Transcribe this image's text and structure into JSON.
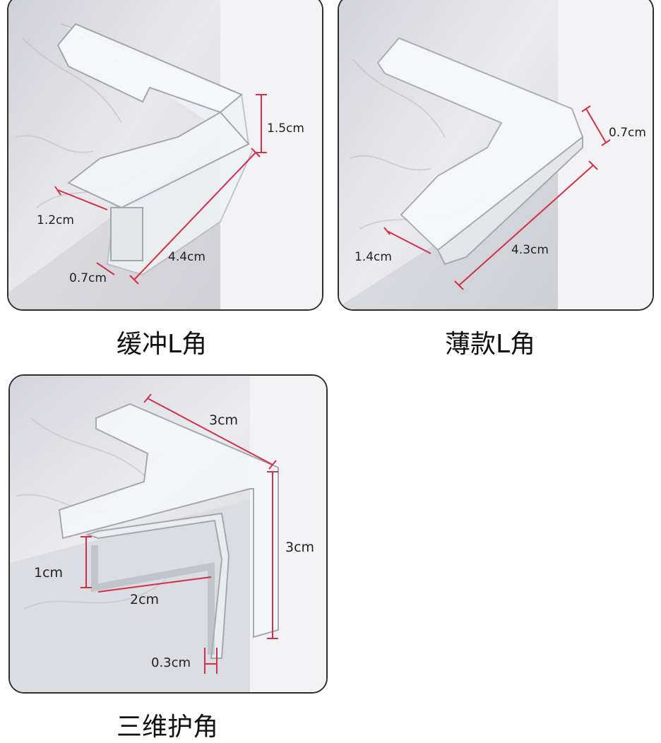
{
  "products": [
    {
      "caption": "缓冲L角",
      "dimensions": {
        "height": "1.5cm",
        "lip": "1.2cm",
        "thickness": "0.7cm",
        "length": "4.4cm"
      }
    },
    {
      "caption": "薄款L角",
      "dimensions": {
        "height": "0.7cm",
        "lip": "1.4cm",
        "length": "4.3cm"
      }
    },
    {
      "caption": "三维护角",
      "dimensions": {
        "top_length": "3cm",
        "side_height": "3cm",
        "leg_height": "1cm",
        "leg_width": "2cm",
        "thickness": "0.3cm"
      }
    }
  ],
  "colors": {
    "dimension_line": "#d0304a",
    "frame": "#2e2e2e",
    "marble": "#e6e6ea"
  }
}
